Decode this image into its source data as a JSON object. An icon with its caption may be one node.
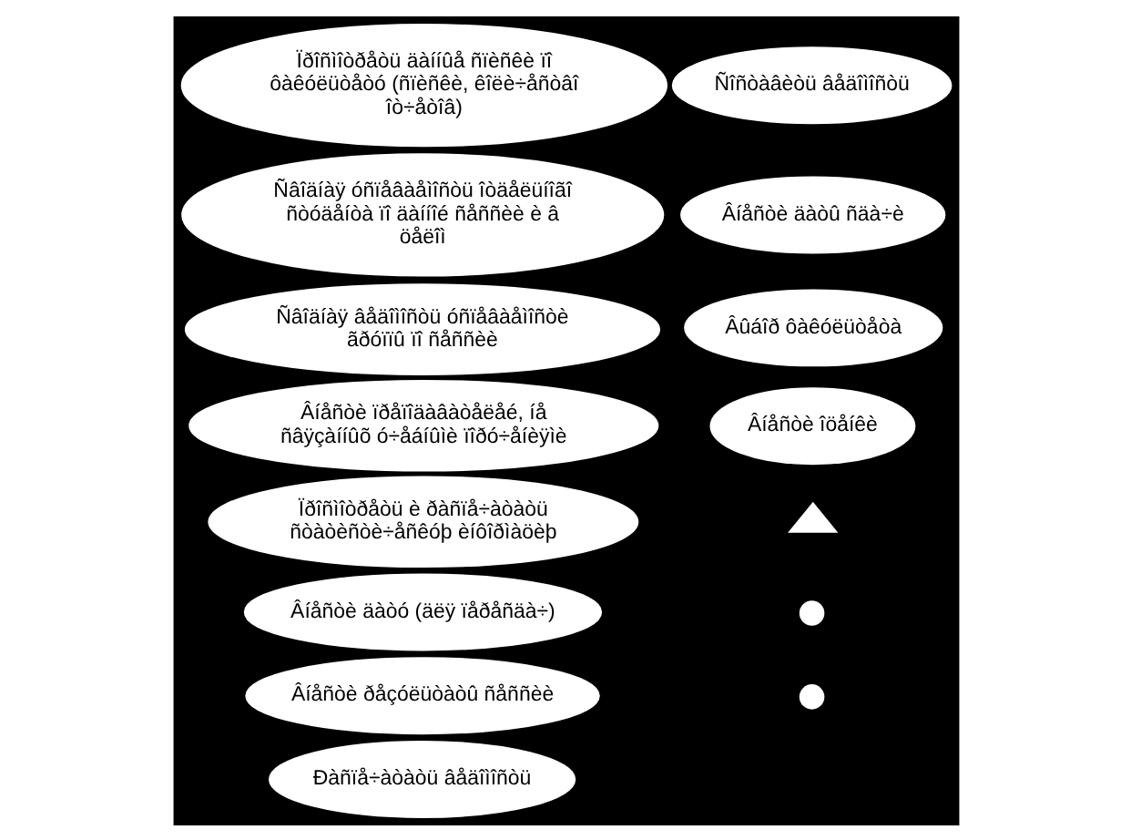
{
  "diagram": {
    "nodes": [
      {
        "text": [
          "Ïðîñìîòðåòü äàííûå ñïèñêè ïî ôàêóëüòåòó (ñïèñêè, êîëè÷åñòâî îò÷åòîâ)"
        ]
      },
      {
        "text": [
          "Âíåñòè äàòû ñäà÷è"
        ]
      },
      {
        "text": [
          "Ñîñòàâèòü âåäîìîñòü"
        ]
      },
      {
        "text": [
          "Âíåñòè ïðåïîäàâàòåëåé, íå ñâÿçàííûõ ó÷åáíûìè ïîðó÷åíèÿìè"
        ]
      },
      {
        "text": [
          "Ðàñïå÷àòàòü âåäîìîñòü"
        ]
      },
      {
        "text": [
          "Âíåñòè îöåíêè"
        ]
      },
      {
        "text": [
          "Âíåñòè ðåçóëüòàòû ñåññèè"
        ]
      },
      {
        "text": [
          "Âíåñòè äàòó (äëÿ ïåðåñäà÷)"
        ]
      },
      {
        "text": [
          "Ñâîäíàÿ âåäîìîñòü óñïåâàåìîñòè ãðóïïû ïî ñåññèè"
        ]
      },
      {
        "text": [
          "Ïðîñìîòðåòü è ðàñïå÷àòàòü ñòàòèñòè÷åñêóþ èíôîðìàöèþ"
        ]
      },
      {
        "text": [
          "Ñâîäíàÿ óñïåâàåìîñòü îòäåëüíîãî ñòóäåíòà ïî äàííîé ñåññèè è â öåëîì"
        ]
      },
      {
        "text": [
          "Âûáîð ôàêóëüòåòà"
        ]
      },
      {
        "text": [],
        "shape": "circle"
      },
      {
        "text": [],
        "shape": "triangle"
      },
      {
        "text": [],
        "shape": "circle"
      }
    ]
  }
}
